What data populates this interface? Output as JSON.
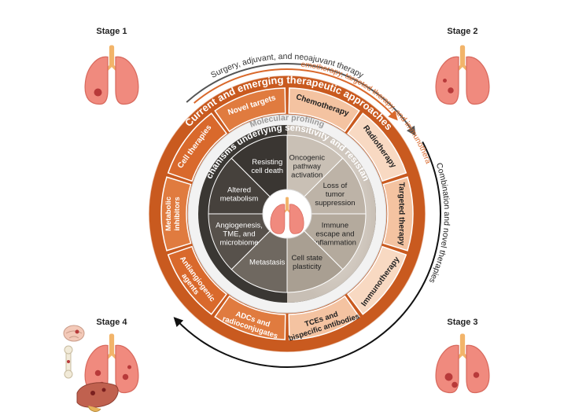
{
  "colors": {
    "outer_ring": "#c95a1f",
    "outer_ring_light": "#e07b3f",
    "segment_dark": "#d9692c",
    "segment_light": "#f4c3a1",
    "segment_pale": "#f8d9c2",
    "inner_dark": "#3a3733",
    "inner_mid": "#6e6760",
    "inner_light": "#c8bfb5",
    "gray_ring": "#f2f2f2",
    "arrow_gray": "#555555",
    "arrow_orange": "#d9692c",
    "arrow_black": "#111111",
    "lung": "#f08a7e",
    "lung_dark": "#d86a5e",
    "trachea": "#f2b46a",
    "tumor": "#b83a3a"
  },
  "stages": {
    "stage1": "Stage 1",
    "stage2": "Stage 2",
    "stage3": "Stage 3",
    "stage4": "Stage 4"
  },
  "arcs": {
    "surgery": "Surgery, adjuvant, and neoajuvant therapy",
    "chemo_targeted_immuno": "Chemotherapy, targeted therapy, and immunotherapy",
    "combination": "Combination and novel therapies"
  },
  "rings": {
    "outer_title": "Current and emerging therapeutic approaches",
    "molecular_profiling": "Molecular profiling",
    "inner_title": "Mechanisms underlying sensitivity and resistance"
  },
  "therapies": [
    {
      "label": "Chemotherapy",
      "lines": [
        "Chemotherapy"
      ],
      "tone": "light"
    },
    {
      "label": "Radiotherapy",
      "lines": [
        "Radiotherapy"
      ],
      "tone": "light"
    },
    {
      "label": "Targeted therapy",
      "lines": [
        "Targeted therapy"
      ],
      "tone": "light"
    },
    {
      "label": "Immunotherapy",
      "lines": [
        "Immunotherapy"
      ],
      "tone": "light"
    },
    {
      "label": "TCEs and bispecific antibodies",
      "lines": [
        "TCEs and",
        "bispecific antibodies"
      ],
      "tone": "light"
    },
    {
      "label": "ADCs and radioconjugates",
      "lines": [
        "ADCs and",
        "radioconjugates"
      ],
      "tone": "dark"
    },
    {
      "label": "Antiangiogenic agents",
      "lines": [
        "Antiangiogenic",
        "agents"
      ],
      "tone": "dark"
    },
    {
      "label": "Metabolic inhibitors",
      "lines": [
        "Metabolic",
        "inhibitors"
      ],
      "tone": "dark"
    },
    {
      "label": "Cell therapies",
      "lines": [
        "Cell therapies"
      ],
      "tone": "dark"
    },
    {
      "label": "Novel targets",
      "lines": [
        "Novel targets"
      ],
      "tone": "dark"
    }
  ],
  "mechanisms": [
    {
      "label": "Oncogenic pathway activation",
      "lines": [
        "Oncogenic",
        "pathway",
        "activation"
      ]
    },
    {
      "label": "Loss of tumor suppression",
      "lines": [
        "Loss of",
        "tumor",
        "suppression"
      ]
    },
    {
      "label": "Immune escape and inflammation",
      "lines": [
        "Immune",
        "escape and",
        "inflammation"
      ]
    },
    {
      "label": "Cell state plasticity",
      "lines": [
        "Cell state",
        "plasticity"
      ]
    },
    {
      "label": "Metastasis",
      "lines": [
        "Metastasis"
      ]
    },
    {
      "label": "Angiogenesis, TME, and microbiome",
      "lines": [
        "Angiogenesis,",
        "TME, and",
        "microbiome"
      ]
    },
    {
      "label": "Altered metabolism",
      "lines": [
        "Altered",
        "metabolism"
      ]
    },
    {
      "label": "Resisting cell death",
      "lines": [
        "Resisting",
        "cell death"
      ]
    }
  ]
}
